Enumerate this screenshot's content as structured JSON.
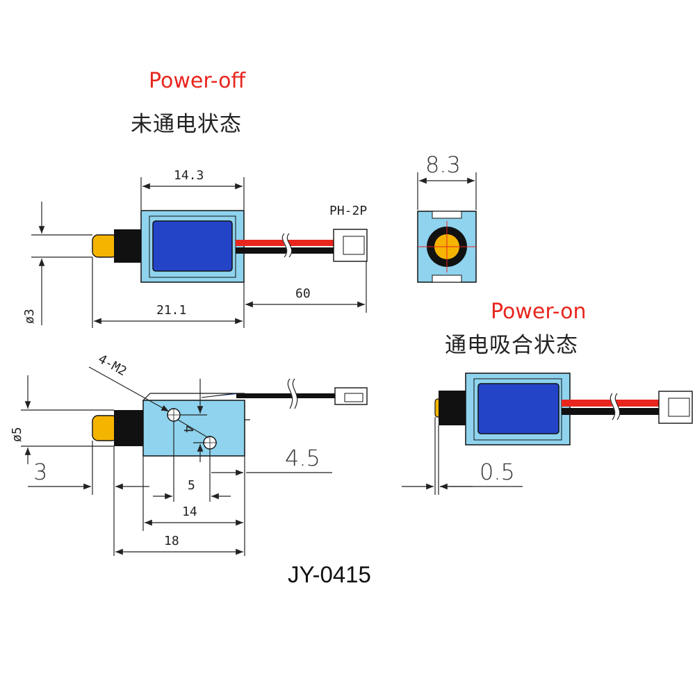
{
  "power_off": {
    "title_en": "Power-off",
    "title_cn": "未通电状态"
  },
  "power_on": {
    "title_en": "Power-on",
    "title_cn": "通电吸合状态"
  },
  "dimensions": {
    "body_length": "14.3",
    "total_length": "21.1",
    "wire_length": "60",
    "plunger_dia_top": "ø3",
    "connector": "PH-2P",
    "end_width": "8.3",
    "mount_thread": "4-M2",
    "plunger_dia_side": "ø5",
    "plunger_len": "3",
    "hole_spacing_v": "4",
    "hole_spacing_h": "5",
    "hole_offset": "4.5",
    "base_14": "14",
    "base_18": "18",
    "stroke": "0.5"
  },
  "model": "JY-0415",
  "colors": {
    "frame": "#8fd3ee",
    "coil": "#2444c8",
    "plunger": "#f5b400",
    "wire_red": "#e8261e",
    "wire_black": "#111111",
    "heading_en": "#e8261e"
  }
}
